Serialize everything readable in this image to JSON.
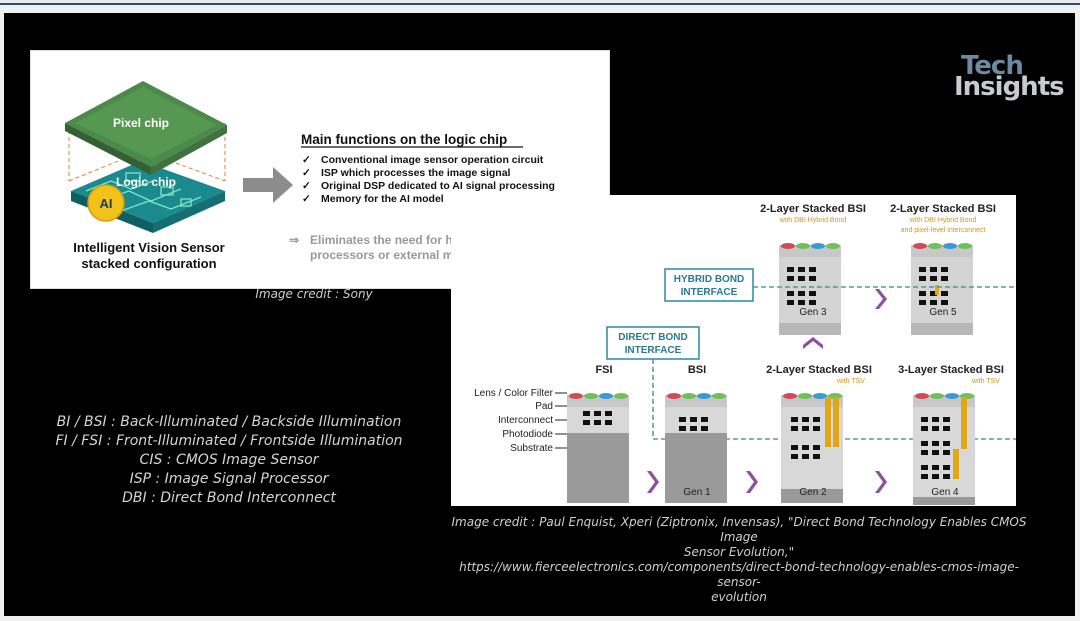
{
  "brand": {
    "line1": "Tech",
    "line2": "Insights"
  },
  "sony_panel": {
    "pixel_chip": "Pixel chip",
    "logic_chip": "Logic chip",
    "ai_badge": "AI",
    "caption_line1": "Intelligent Vision Sensor",
    "caption_line2": "stacked configuration",
    "heading": "Main functions on the logic chip",
    "functions": [
      "Conventional image sensor operation circuit",
      "ISP which processes the image signal",
      "Original DSP dedicated to AI signal processing",
      "Memory for the AI model"
    ],
    "note_line1": "Eliminates the need for high-performance",
    "note_line2": "processors or external memory",
    "check_glyph": "✓",
    "arrow_glyph": "⇒"
  },
  "sony_credit": "Image credit : Sony",
  "abbreviations": [
    "BI / BSI : Back-Illuminated / Backside Illumination",
    "FI / FSI : Front-Illuminated / Frontside Illumination",
    "CIS : CMOS Image Sensor",
    "ISP : Image Signal Processor",
    "DBI : Direct Bond Interconnect"
  ],
  "evolution_panel": {
    "fsi": "FSI",
    "bsi": "BSI",
    "stacked2_tsv_title": "2-Layer Stacked BSI",
    "stacked2_tsv_sub": "with TSV",
    "stacked3_tsv_title": "3-Layer Stacked BSI",
    "stacked3_tsv_sub": "with TSV",
    "stacked2_dbi_title": "2-Layer Stacked BSI",
    "stacked2_dbi_sub": "with DBI Hybrid Bond",
    "stacked2_dbi_px_title": "2-Layer Stacked BSI",
    "stacked2_dbi_px_sub1": "with DBI Hybrid Bond",
    "stacked2_dbi_px_sub2": "and pixel-level interconnect",
    "hybrid_bond_1": "HYBRID BOND",
    "hybrid_bond_2": "INTERFACE",
    "direct_bond_1": "DIRECT BOND",
    "direct_bond_2": "INTERFACE",
    "layers": [
      "Lens / Color Filter",
      "Pad",
      "Interconnect",
      "Photodiode",
      "Substrate"
    ],
    "gens": [
      "Gen 1",
      "Gen 2",
      "Gen 3",
      "Gen 4",
      "Gen 5"
    ]
  },
  "xperi_credit": {
    "line1": "Image credit : Paul Enquist, Xperi (Ziptronix, Invensas), \"Direct Bond Technology Enables CMOS Image",
    "line2": "Sensor Evolution,\"",
    "line3": "https://www.fierceelectronics.com/components/direct-bond-technology-enables-cmos-image-sensor-",
    "line4": "evolution"
  },
  "colors": {
    "background": "#000000",
    "accent_teal": "#2a8aa0",
    "arrow_purple": "#8d4fa0",
    "tsv_gold": "#e0a818",
    "logo_blue": "#6d8aa3"
  }
}
